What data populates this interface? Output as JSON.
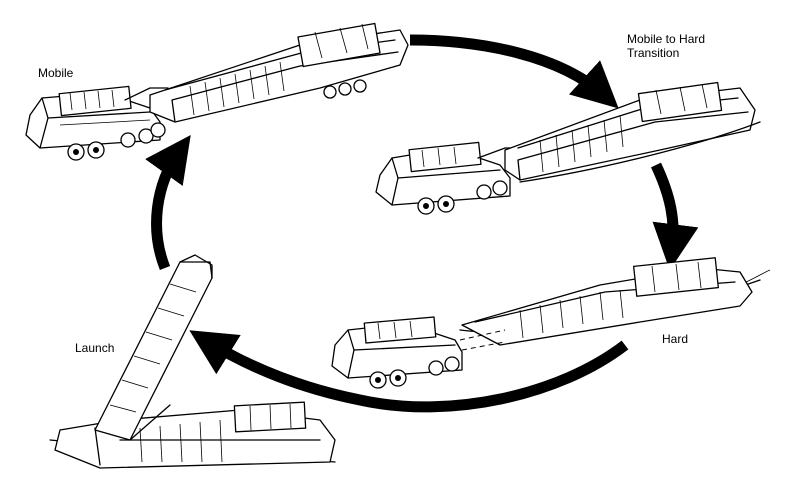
{
  "labels": {
    "mobile": "Mobile",
    "mobile_to_hard": "Mobile to Hard\nTransition",
    "hard": "Hard",
    "launch": "Launch"
  },
  "colors": {
    "ink": "#000000",
    "background": "#ffffff"
  }
}
